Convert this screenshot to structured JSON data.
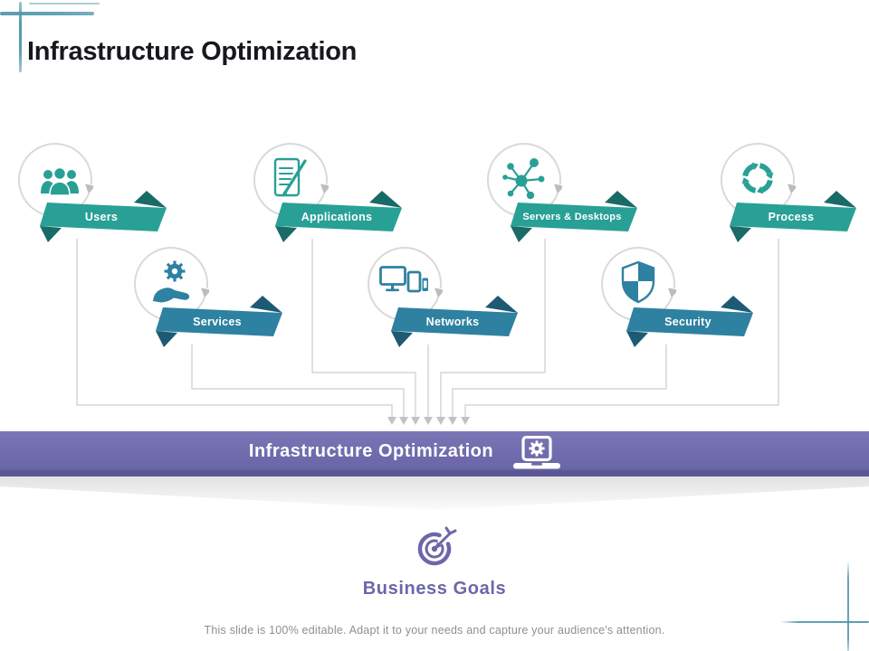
{
  "title": "Infrastructure Optimization",
  "items": [
    {
      "label": "Users",
      "icon": "users-icon"
    },
    {
      "label": "Applications",
      "icon": "document-edit-icon"
    },
    {
      "label": "Servers & Desktops",
      "icon": "network-hub-icon"
    },
    {
      "label": "Process",
      "icon": "cycle-arrows-icon"
    },
    {
      "label": "Services",
      "icon": "hand-gear-icon"
    },
    {
      "label": "Networks",
      "icon": "devices-icon"
    },
    {
      "label": "Security",
      "icon": "shield-icon"
    }
  ],
  "band": {
    "label": "Infrastructure Optimization",
    "icon": "laptop-gear-icon"
  },
  "goal": {
    "label": "Business Goals",
    "icon": "target-dart-icon"
  },
  "footer": "This slide is 100% editable. Adapt it to your needs and capture your audience's attention.",
  "colors": {
    "teal": "#28a096",
    "teal-dark": "#186b66",
    "blue": "#2e81a0",
    "blue-dark": "#1d5a74",
    "ring": "#d9d9d9",
    "arrow": "#c2c2c2",
    "line": "#d6d6d6",
    "purple": "#6e6aac",
    "purple-dark": "#5b5797",
    "purple-text": "#6b67a9",
    "title": "#16181d",
    "muted": "#8f8f8f",
    "cross": "#4a93a8"
  }
}
